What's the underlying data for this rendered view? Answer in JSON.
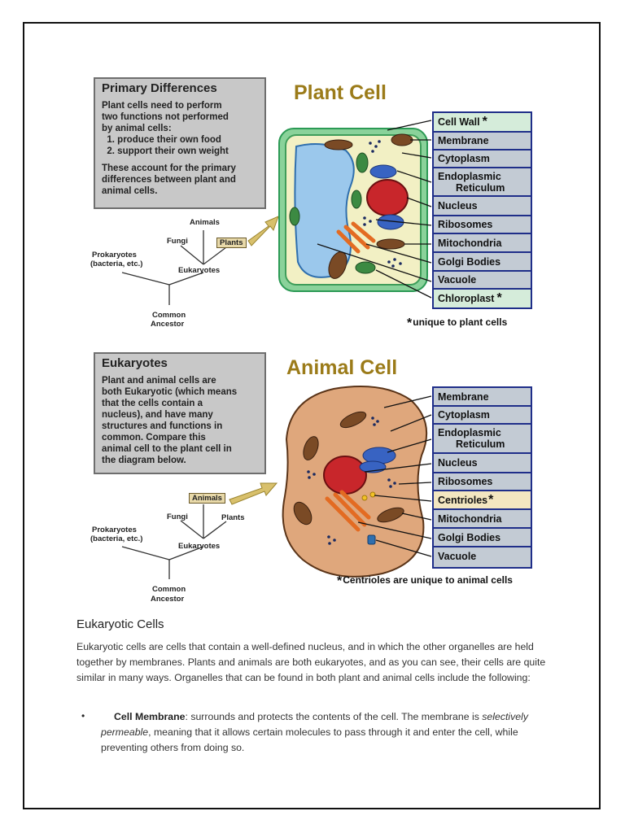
{
  "plant": {
    "title": "Plant Cell",
    "panel": {
      "title": "Primary Differences",
      "lines": [
        "Plant cells need to perform",
        "two functions not performed",
        "by animal cells:",
        "  1. produce their own food",
        "  2. support their own weight",
        "",
        "These account for the primary",
        "differences between plant and",
        "animal cells."
      ]
    },
    "labels": [
      "Cell Wall",
      "Membrane",
      "Cytoplasm",
      "Endoplasmic",
      "Reticulum",
      "Nucleus",
      "Ribosomes",
      "Mitochondria",
      "Golgi Bodies",
      "Vacuole",
      "Chloroplast"
    ],
    "star": "*",
    "note": "unique to plant cells",
    "tree": {
      "animals": "Animals",
      "fungi": "Fungi",
      "plants": "Plants",
      "prokaryotes": "Prokaryotes",
      "prokaryotes_sub": "(bacteria, etc.)",
      "eukaryotes": "Eukaryotes",
      "common": "Common",
      "ancestor": "Ancestor"
    }
  },
  "animal": {
    "title": "Animal Cell",
    "panel": {
      "title": "Eukaryotes",
      "lines": [
        "Plant and animal cells are",
        "both Eukaryotic (which means",
        "that the cells contain a",
        "nucleus), and have many",
        "structures and functions in",
        "common. Compare this",
        "animal cell to the plant cell in",
        "the diagram below."
      ]
    },
    "labels": [
      "Membrane",
      "Cytoplasm",
      "Endoplasmic",
      "Reticulum",
      "Nucleus",
      "Ribosomes",
      "Centrioles",
      "Mitochondria",
      "Golgi Bodies",
      "Vacuole"
    ],
    "star": "*",
    "note": "Centrioles are unique to animal cells",
    "tree": {
      "animals": "Animals",
      "fungi": "Fungi",
      "plants": "Plants",
      "prokaryotes": "Prokaryotes",
      "prokaryotes_sub": "(bacteria, etc.)",
      "eukaryotes": "Eukaryotes",
      "common": "Common",
      "ancestor": "Ancestor"
    }
  },
  "text": {
    "heading": "Eukaryotic Cells",
    "paragraph": "Eukaryotic cells are cells that contain a well-defined nucleus, and in which the other organelles are held together by membranes. Plants and animals are both eukaryotes, and as you can see, their cells are quite similar in many ways. Organelles that can be found in both plant and animal cells include the following:",
    "bullet": "•",
    "bullet_term": "Cell Membrane",
    "bullet_a": ": surrounds and protects the contents of the cell. The membrane is ",
    "bullet_em": "selectively permeable",
    "bullet_b": ", meaning that it allows certain molecules to pass through it and enter the cell, while preventing others from doing so."
  },
  "colors": {
    "title_gold": "#9b7b19",
    "label_bg": "#c3cbd4",
    "label_border": "#1f2e89",
    "plant_wall": "#2c9a55",
    "animal_cytoplasm": "#dfa77c",
    "nucleus": "#c8262b",
    "vacuole": "#9bc8ec"
  }
}
